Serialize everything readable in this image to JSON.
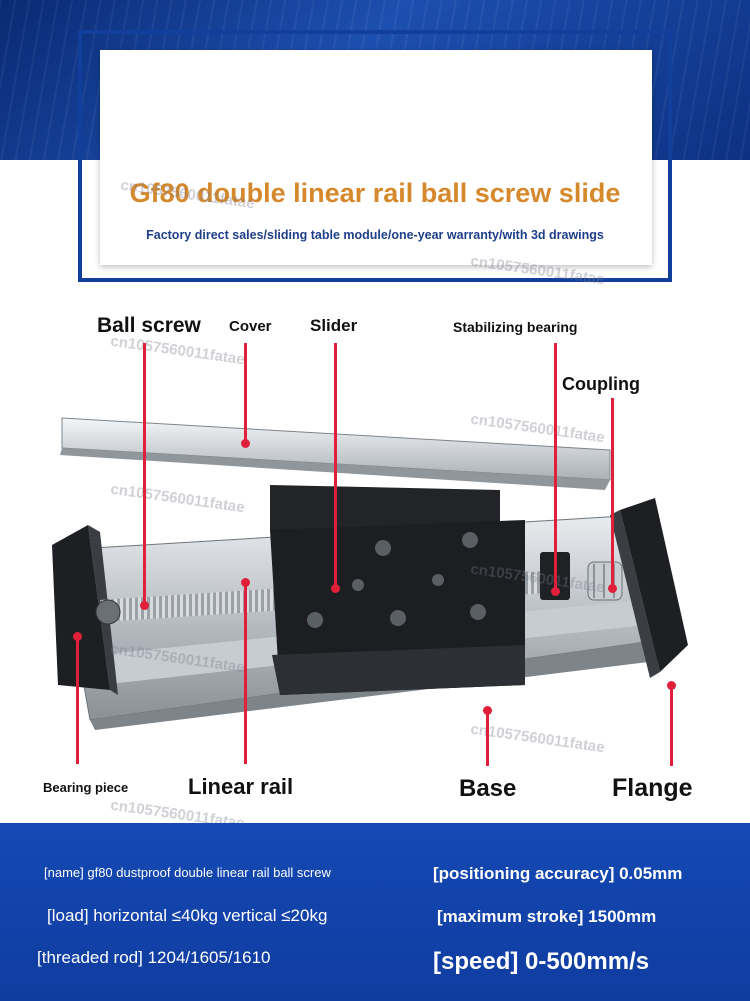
{
  "header": {
    "title": "Gf80 double linear rail ball screw slide",
    "subtitle": "Factory direct sales/sliding table module/one-year warranty/with 3d drawings"
  },
  "watermark": "cn1057560011fatae",
  "labels": {
    "ball_screw": "Ball screw",
    "cover": "Cover",
    "slider": "Slider",
    "stabilizing_bearing": "Stabilizing bearing",
    "coupling": "Coupling",
    "bearing_piece": "Bearing piece",
    "linear_rail": "Linear rail",
    "base": "Base",
    "flange": "Flange"
  },
  "specs": {
    "name": "[name] gf80 dustproof double linear rail ball screw",
    "positioning_accuracy": "[positioning accuracy] 0.05mm",
    "load": "[load] horizontal ≤40kg vertical ≤20kg",
    "maximum_stroke": "[maximum stroke] 1500mm",
    "threaded_rod": "[threaded rod] 1204/1605/1610",
    "speed": "[speed] 0-500mm/s"
  },
  "colors": {
    "accent_orange": "#d6892c",
    "band_blue": "#0f3c9f",
    "leader_red": "#e0203a"
  }
}
